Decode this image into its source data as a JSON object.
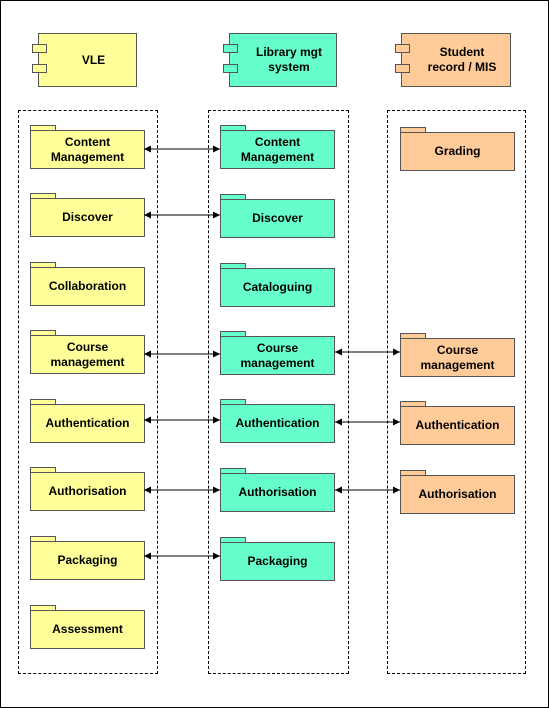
{
  "colors": {
    "vle": "#ffff99",
    "library": "#66ffcc",
    "student": "#ffcc99"
  },
  "components": [
    {
      "id": "vle",
      "label": "VLE"
    },
    {
      "id": "library",
      "label": "Library mgt\nsystem"
    },
    {
      "id": "student",
      "label": "Student\nrecord / MIS"
    }
  ],
  "lanes": {
    "vle": [
      {
        "label": "Content\nManagement"
      },
      {
        "label": "Discover"
      },
      {
        "label": "Collaboration"
      },
      {
        "label": "Course\nmanagement"
      },
      {
        "label": "Authentication"
      },
      {
        "label": "Authorisation"
      },
      {
        "label": "Packaging"
      },
      {
        "label": "Assessment"
      }
    ],
    "library": [
      {
        "label": "Content\nManagement"
      },
      {
        "label": "Discover"
      },
      {
        "label": "Cataloguing"
      },
      {
        "label": "Course\nmanagement"
      },
      {
        "label": "Authentication"
      },
      {
        "label": "Authorisation"
      },
      {
        "label": "Packaging"
      }
    ],
    "student": [
      {
        "label": "Grading"
      },
      {
        "label": "Course\nmanagement"
      },
      {
        "label": "Authentication"
      },
      {
        "label": "Authorisation"
      }
    ]
  },
  "links": [
    {
      "from": "vle:Content Management",
      "to": "library:Content Management"
    },
    {
      "from": "vle:Discover",
      "to": "library:Discover"
    },
    {
      "from": "vle:Course management",
      "to": "library:Course management"
    },
    {
      "from": "library:Course management",
      "to": "student:Course management"
    },
    {
      "from": "vle:Authentication",
      "to": "library:Authentication"
    },
    {
      "from": "library:Authentication",
      "to": "student:Authentication"
    },
    {
      "from": "vle:Authorisation",
      "to": "library:Authorisation"
    },
    {
      "from": "library:Authorisation",
      "to": "student:Authorisation"
    },
    {
      "from": "vle:Packaging",
      "to": "library:Packaging"
    }
  ]
}
